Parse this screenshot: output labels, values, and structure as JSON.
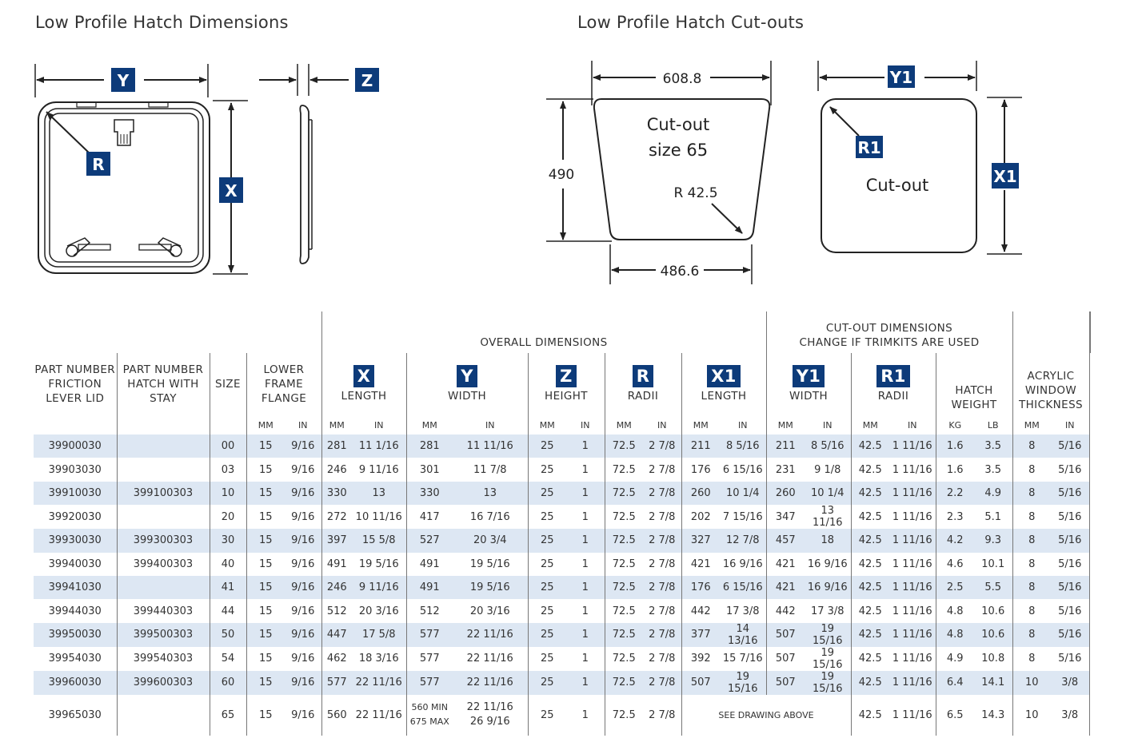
{
  "titles": {
    "left": "Low Profile Hatch Dimensions",
    "right": "Low Profile Hatch Cut-outs"
  },
  "drawing": {
    "tag_y": "Y",
    "tag_z": "Z",
    "tag_r": "R",
    "tag_x": "X",
    "tag_y1": "Y1",
    "tag_r1": "R1",
    "tag_x1": "X1",
    "top_width": "608.8",
    "height": "490",
    "bottom_width": "486.6",
    "radius": "R 42.5",
    "cutout_label_1": "Cut-out",
    "cutout_label_2": "size 65",
    "cutout_label": "Cut-out"
  },
  "table": {
    "groups": {
      "overall": "OVERALL DIMENSIONS",
      "cutout_line1": "CUT-OUT DIMENSIONS",
      "cutout_line2": "CHANGE IF TRIMKITS ARE USED"
    },
    "headers": {
      "pn_friction": [
        "PART NUMBER",
        "FRICTION",
        "LEVER LID"
      ],
      "pn_stay": [
        "PART NUMBER",
        "HATCH WITH",
        "STAY"
      ],
      "size": "SIZE",
      "lower_frame": [
        "LOWER",
        "FRAME",
        "FLANGE"
      ],
      "x_badge": "X",
      "x_label": "LENGTH",
      "y_badge": "Y",
      "y_label": "WIDTH",
      "z_badge": "Z",
      "z_label": "HEIGHT",
      "r_badge": "R",
      "r_label": "RADII",
      "x1_badge": "X1",
      "x1_label": "LENGTH",
      "y1_badge": "Y1",
      "y1_label": "WIDTH",
      "r1_badge": "R1",
      "r1_label": "RADII",
      "weight": [
        "HATCH",
        "WEIGHT"
      ],
      "acrylic": [
        "ACRYLIC",
        "WINDOW",
        "THICKNESS"
      ],
      "mm": "MM",
      "in": "IN",
      "kg": "KG",
      "lb": "LB"
    },
    "rows": [
      {
        "pn1": "39900030",
        "pn2": "",
        "size": "00",
        "lf_mm": "15",
        "lf_in": "9/16",
        "x_mm": "281",
        "x_in": "11 1/16",
        "y_mm": "281",
        "y_in": "11 11/16",
        "z_mm": "25",
        "z_in": "1",
        "r_mm": "72.5",
        "r_in": "2 7/8",
        "x1_mm": "211",
        "x1_in": "8 5/16",
        "y1_mm": "211",
        "y1_in": "8 5/16",
        "r1_mm": "42.5",
        "r1_in": "1 11/16",
        "kg": "1.6",
        "lb": "3.5",
        "ac_mm": "8",
        "ac_in": "5/16"
      },
      {
        "pn1": "39903030",
        "pn2": "",
        "size": "03",
        "lf_mm": "15",
        "lf_in": "9/16",
        "x_mm": "246",
        "x_in": "9 11/16",
        "y_mm": "301",
        "y_in": "11 7/8",
        "z_mm": "25",
        "z_in": "1",
        "r_mm": "72.5",
        "r_in": "2 7/8",
        "x1_mm": "176",
        "x1_in": "6 15/16",
        "y1_mm": "231",
        "y1_in": "9 1/8",
        "r1_mm": "42.5",
        "r1_in": "1 11/16",
        "kg": "1.6",
        "lb": "3.5",
        "ac_mm": "8",
        "ac_in": "5/16"
      },
      {
        "pn1": "39910030",
        "pn2": "399100303",
        "size": "10",
        "lf_mm": "15",
        "lf_in": "9/16",
        "x_mm": "330",
        "x_in": "13",
        "y_mm": "330",
        "y_in": "13",
        "z_mm": "25",
        "z_in": "1",
        "r_mm": "72.5",
        "r_in": "2 7/8",
        "x1_mm": "260",
        "x1_in": "10 1/4",
        "y1_mm": "260",
        "y1_in": "10 1/4",
        "r1_mm": "42.5",
        "r1_in": "1 11/16",
        "kg": "2.2",
        "lb": "4.9",
        "ac_mm": "8",
        "ac_in": "5/16"
      },
      {
        "pn1": "39920030",
        "pn2": "",
        "size": "20",
        "lf_mm": "15",
        "lf_in": "9/16",
        "x_mm": "272",
        "x_in": "10 11/16",
        "y_mm": "417",
        "y_in": "16 7/16",
        "z_mm": "25",
        "z_in": "1",
        "r_mm": "72.5",
        "r_in": "2 7/8",
        "x1_mm": "202",
        "x1_in": "7 15/16",
        "y1_mm": "347",
        "y1_in": "13 11/16",
        "r1_mm": "42.5",
        "r1_in": "1 11/16",
        "kg": "2.3",
        "lb": "5.1",
        "ac_mm": "8",
        "ac_in": "5/16"
      },
      {
        "pn1": "39930030",
        "pn2": "399300303",
        "size": "30",
        "lf_mm": "15",
        "lf_in": "9/16",
        "x_mm": "397",
        "x_in": "15 5/8",
        "y_mm": "527",
        "y_in": "20 3/4",
        "z_mm": "25",
        "z_in": "1",
        "r_mm": "72.5",
        "r_in": "2 7/8",
        "x1_mm": "327",
        "x1_in": "12 7/8",
        "y1_mm": "457",
        "y1_in": "18",
        "r1_mm": "42.5",
        "r1_in": "1 11/16",
        "kg": "4.2",
        "lb": "9.3",
        "ac_mm": "8",
        "ac_in": "5/16"
      },
      {
        "pn1": "39940030",
        "pn2": "399400303",
        "size": "40",
        "lf_mm": "15",
        "lf_in": "9/16",
        "x_mm": "491",
        "x_in": "19 5/16",
        "y_mm": "491",
        "y_in": "19 5/16",
        "z_mm": "25",
        "z_in": "1",
        "r_mm": "72.5",
        "r_in": "2 7/8",
        "x1_mm": "421",
        "x1_in": "16 9/16",
        "y1_mm": "421",
        "y1_in": "16 9/16",
        "r1_mm": "42.5",
        "r1_in": "1 11/16",
        "kg": "4.6",
        "lb": "10.1",
        "ac_mm": "8",
        "ac_in": "5/16"
      },
      {
        "pn1": "39941030",
        "pn2": "",
        "size": "41",
        "lf_mm": "15",
        "lf_in": "9/16",
        "x_mm": "246",
        "x_in": "9 11/16",
        "y_mm": "491",
        "y_in": "19 5/16",
        "z_mm": "25",
        "z_in": "1",
        "r_mm": "72.5",
        "r_in": "2 7/8",
        "x1_mm": "176",
        "x1_in": "6 15/16",
        "y1_mm": "421",
        "y1_in": "16 9/16",
        "r1_mm": "42.5",
        "r1_in": "1 11/16",
        "kg": "2.5",
        "lb": "5.5",
        "ac_mm": "8",
        "ac_in": "5/16"
      },
      {
        "pn1": "39944030",
        "pn2": "399440303",
        "size": "44",
        "lf_mm": "15",
        "lf_in": "9/16",
        "x_mm": "512",
        "x_in": "20 3/16",
        "y_mm": "512",
        "y_in": "20 3/16",
        "z_mm": "25",
        "z_in": "1",
        "r_mm": "72.5",
        "r_in": "2 7/8",
        "x1_mm": "442",
        "x1_in": "17 3/8",
        "y1_mm": "442",
        "y1_in": "17 3/8",
        "r1_mm": "42.5",
        "r1_in": "1 11/16",
        "kg": "4.8",
        "lb": "10.6",
        "ac_mm": "8",
        "ac_in": "5/16"
      },
      {
        "pn1": "39950030",
        "pn2": "399500303",
        "size": "50",
        "lf_mm": "15",
        "lf_in": "9/16",
        "x_mm": "447",
        "x_in": "17 5/8",
        "y_mm": "577",
        "y_in": "22 11/16",
        "z_mm": "25",
        "z_in": "1",
        "r_mm": "72.5",
        "r_in": "2 7/8",
        "x1_mm": "377",
        "x1_in": "14 13/16",
        "y1_mm": "507",
        "y1_in": "19 15/16",
        "r1_mm": "42.5",
        "r1_in": "1 11/16",
        "kg": "4.8",
        "lb": "10.6",
        "ac_mm": "8",
        "ac_in": "5/16"
      },
      {
        "pn1": "39954030",
        "pn2": "399540303",
        "size": "54",
        "lf_mm": "15",
        "lf_in": "9/16",
        "x_mm": "462",
        "x_in": "18 3/16",
        "y_mm": "577",
        "y_in": "22 11/16",
        "z_mm": "25",
        "z_in": "1",
        "r_mm": "72.5",
        "r_in": "2 7/8",
        "x1_mm": "392",
        "x1_in": "15 7/16",
        "y1_mm": "507",
        "y1_in": "19 15/16",
        "r1_mm": "42.5",
        "r1_in": "1 11/16",
        "kg": "4.9",
        "lb": "10.8",
        "ac_mm": "8",
        "ac_in": "5/16"
      },
      {
        "pn1": "39960030",
        "pn2": "399600303",
        "size": "60",
        "lf_mm": "15",
        "lf_in": "9/16",
        "x_mm": "577",
        "x_in": "22 11/16",
        "y_mm": "577",
        "y_in": "22 11/16",
        "z_mm": "25",
        "z_in": "1",
        "r_mm": "72.5",
        "r_in": "2 7/8",
        "x1_mm": "507",
        "x1_in": "19 15/16",
        "y1_mm": "507",
        "y1_in": "19 15/16",
        "r1_mm": "42.5",
        "r1_in": "1 11/16",
        "kg": "6.4",
        "lb": "14.1",
        "ac_mm": "10",
        "ac_in": "3/8"
      }
    ],
    "last_row": {
      "pn1": "39965030",
      "pn2": "",
      "size": "65",
      "lf_mm": "15",
      "lf_in": "9/16",
      "x_mm": "560",
      "x_in": "22 11/16",
      "y_mm_min": "560 MIN",
      "y_mm_max": "675 MAX",
      "y_in_1": "22 11/16",
      "y_in_2": "26 9/16",
      "z_mm": "25",
      "z_in": "1",
      "r_mm": "72.5",
      "r_in": "2 7/8",
      "see_drawing": "SEE DRAWING ABOVE",
      "r1_mm": "42.5",
      "r1_in": "1 11/16",
      "kg": "6.5",
      "lb": "14.3",
      "ac_mm": "10",
      "ac_in": "3/8"
    }
  }
}
